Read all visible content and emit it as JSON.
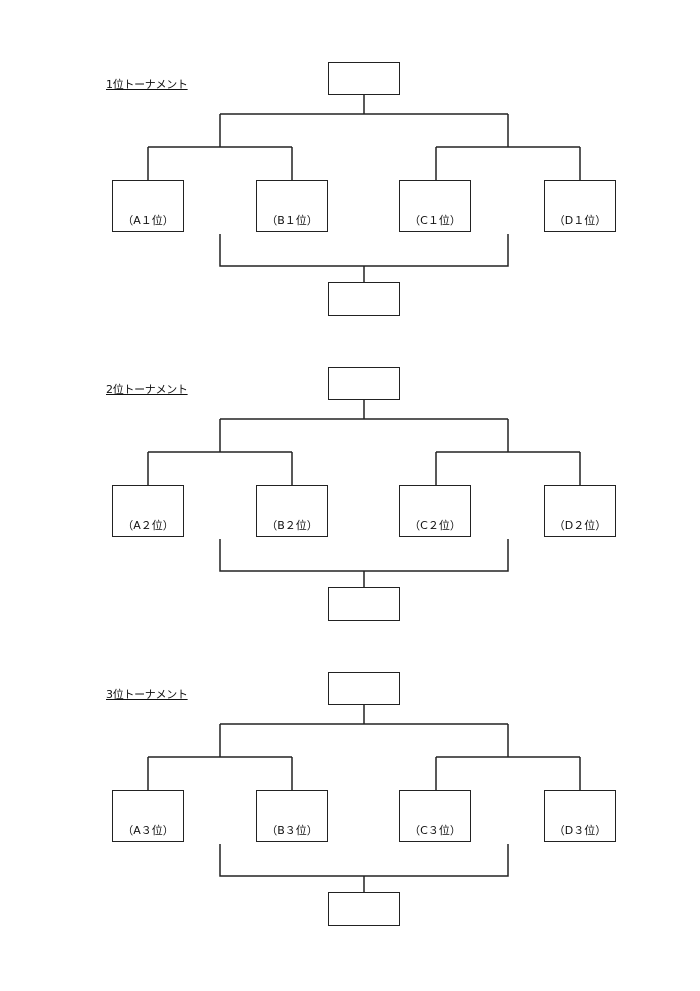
{
  "tournaments": [
    {
      "title": "1位トーナメント",
      "teams": [
        "（A１位）",
        "（B１位）",
        "（C１位）",
        "（D１位）"
      ]
    },
    {
      "title": "2位トーナメント",
      "teams": [
        "（A２位）",
        "（B２位）",
        "（C２位）",
        "（D２位）"
      ]
    },
    {
      "title": "3位トーナメント",
      "teams": [
        "（A３位）",
        "（B３位）",
        "（C３位）",
        "（D３位）"
      ]
    }
  ]
}
